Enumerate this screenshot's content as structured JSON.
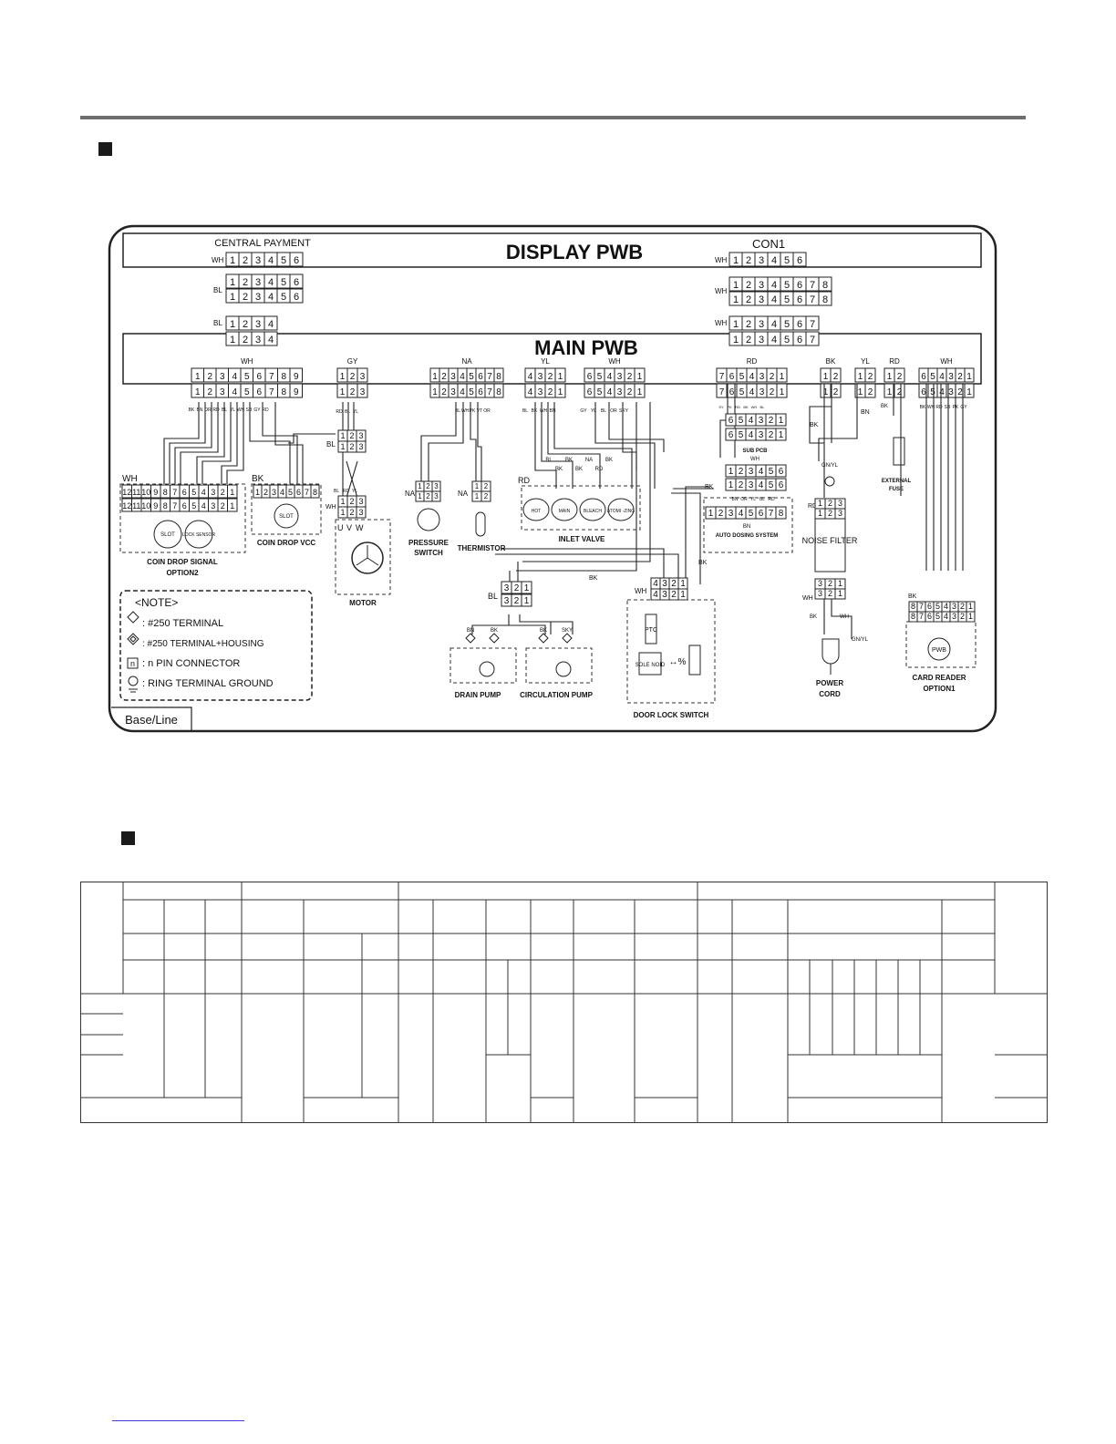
{
  "central_payment": {
    "label": "CENTRAL PAYMENT",
    "wh": "WH",
    "bl1": "BL",
    "bl2": "BL",
    "pins6": [
      "1",
      "2",
      "3",
      "4",
      "5",
      "6"
    ],
    "pins4": [
      "1",
      "2",
      "3",
      "4"
    ]
  },
  "display_pwb": {
    "title": "DISPLAY PWB"
  },
  "main_pwb": {
    "title": "MAIN PWB"
  },
  "con1": {
    "label": "CON1",
    "wh1": "WH",
    "wh2": "WH",
    "wh3": "WH",
    "pins6": [
      "1",
      "2",
      "3",
      "4",
      "5",
      "6"
    ],
    "pins8": [
      "1",
      "2",
      "3",
      "4",
      "5",
      "6",
      "7",
      "8"
    ],
    "pins7": [
      "1",
      "2",
      "3",
      "4",
      "5",
      "6",
      "7"
    ]
  },
  "connectors": {
    "c1": {
      "color": "WH",
      "pins": [
        "1",
        "2",
        "3",
        "4",
        "5",
        "6",
        "7",
        "8",
        "9"
      ]
    },
    "c2": {
      "color": "GY",
      "pins": [
        "1",
        "2",
        "3"
      ]
    },
    "c3": {
      "color": "NA",
      "pins": [
        "1",
        "2",
        "3",
        "4",
        "5",
        "6",
        "7",
        "8"
      ]
    },
    "c4": {
      "color": "YL",
      "pins": [
        "4",
        "3",
        "2",
        "1"
      ]
    },
    "c5": {
      "color": "WH",
      "pins": [
        "6",
        "5",
        "4",
        "3",
        "2",
        "1"
      ]
    },
    "c6": {
      "color": "RD",
      "pins": [
        "7",
        "6",
        "5",
        "4",
        "3",
        "2",
        "1"
      ]
    },
    "c7": {
      "color": "BK",
      "pins": [
        "1",
        "2"
      ]
    },
    "c8": {
      "color": "YL",
      "pins": [
        "1",
        "2"
      ]
    },
    "c9": {
      "color": "RD",
      "pins": [
        "1",
        "2"
      ]
    },
    "c10": {
      "color": "WH",
      "pins": [
        "6",
        "5",
        "4",
        "3",
        "2",
        "1"
      ]
    }
  },
  "wire_labels": {
    "c1": [
      "BK",
      "BN",
      "OR",
      "RD",
      "BL",
      "YL",
      "WH",
      "SB",
      "GY",
      "RD"
    ],
    "c2": [
      "RD",
      "BL",
      "YL"
    ],
    "c3": [
      "BL",
      "WH",
      "PK",
      "VT",
      "OR"
    ],
    "c4": [
      "BL",
      "BK",
      "WH",
      "BN"
    ],
    "c5": [
      "GY",
      "YL",
      "BL",
      "OR",
      "SKY"
    ],
    "c6": [
      "SY",
      "PK",
      "RD",
      "BK",
      "WH",
      "BL"
    ]
  },
  "coin_drop_signal": {
    "color": "WH",
    "pins": [
      "12",
      "11",
      "10",
      "9",
      "8",
      "7",
      "6",
      "5",
      "4",
      "3",
      "2",
      "1"
    ],
    "slot": "SLOT",
    "lock": "LOCK SENSOR",
    "label": "COIN DROP SIGNAL",
    "option": "OPTION2"
  },
  "coin_drop_vcc": {
    "color": "BK",
    "pins": [
      "1",
      "2",
      "3",
      "4",
      "5",
      "6",
      "7",
      "8"
    ],
    "slot": "SLOT",
    "label": "COIN DROP VCC"
  },
  "motor": {
    "label": "MOTOR",
    "bl": "BL",
    "wh": "WH",
    "pins": [
      "1",
      "2",
      "3"
    ],
    "phases": [
      "U",
      "V",
      "W"
    ],
    "wires": [
      "BL",
      "RD",
      "YL"
    ]
  },
  "pressure_switch": {
    "label": "PRESSURE SWITCH",
    "color": "NA",
    "pins": [
      "1",
      "2",
      "3"
    ]
  },
  "thermistor": {
    "label": "THERMISTOR",
    "color": "NA",
    "pins": [
      "1",
      "2"
    ]
  },
  "inlet_valve": {
    "label": "INLET VALVE",
    "rd": "RD",
    "valves": [
      "HOT",
      "MAIN",
      "BLEACH",
      "ATOMI -ZING"
    ],
    "wires": [
      "BL",
      "BK",
      "BK",
      "BK",
      "NA",
      "RD",
      "BK"
    ]
  },
  "sub_pcb": {
    "label": "SUB PCB",
    "wh": "WH",
    "pins6": [
      "6",
      "5",
      "4",
      "3",
      "2",
      "1"
    ],
    "pins6b": [
      "1",
      "2",
      "3",
      "4",
      "5",
      "6"
    ],
    "pins8": [
      "1",
      "2",
      "3",
      "4",
      "5",
      "6",
      "7",
      "8"
    ],
    "wires": [
      "BN",
      "OR",
      "YL",
      "BL",
      "RD"
    ]
  },
  "auto_dosing": {
    "label": "AUTO DOSING SYSTEM",
    "bn": "BN",
    "bk": "BK"
  },
  "pump_conn": {
    "color": "BL",
    "pins": [
      "3",
      "2",
      "1"
    ],
    "bk": "BK"
  },
  "drain_pump": {
    "label": "DRAIN PUMP",
    "wires": [
      "BN",
      "BK"
    ]
  },
  "circulation_pump": {
    "label": "CIRCULATION PUMP",
    "wires": [
      "BK",
      "SKY"
    ]
  },
  "door_lock": {
    "label": "DOOR LOCK SWITCH",
    "wh": "WH",
    "pins": [
      "4",
      "3",
      "2",
      "1"
    ],
    "ptc": "PTC",
    "solenoid": "SOLE NOID",
    "bk": "BK"
  },
  "noise_filter": {
    "label": "NOISE FILTER",
    "rd": "RD",
    "wh": "WH",
    "pins3": [
      "1",
      "2",
      "3"
    ],
    "pins3b": [
      "3",
      "2",
      "1"
    ],
    "gnyl": "GN/YL",
    "bk": "BK",
    "bn": "BN"
  },
  "power_cord": {
    "label": "POWER CORD",
    "bk": "BK",
    "wh": "WH",
    "gnyl": "GN/YL"
  },
  "external_fuse": {
    "label": "EXTERNAL FUSE",
    "bk": "BK"
  },
  "card_reader": {
    "label": "CARD READER",
    "option": "OPTION1",
    "bk": "BK",
    "pins": [
      "8",
      "7",
      "6",
      "5",
      "4",
      "3",
      "2",
      "1"
    ],
    "pwb": "PWB",
    "wires": [
      "BK",
      "WH",
      "RD",
      "SB",
      "PK",
      "GY"
    ]
  },
  "note": {
    "title": "<NOTE>",
    "items": [
      ": #250  TERMINAL",
      ": #250 TERMINAL+HOUSING",
      ": n  PIN  CONNECTOR",
      ": RING  TERMINAL  GROUND"
    ],
    "pin_glyph": "n"
  },
  "base_line": {
    "label": "Base/Line"
  }
}
